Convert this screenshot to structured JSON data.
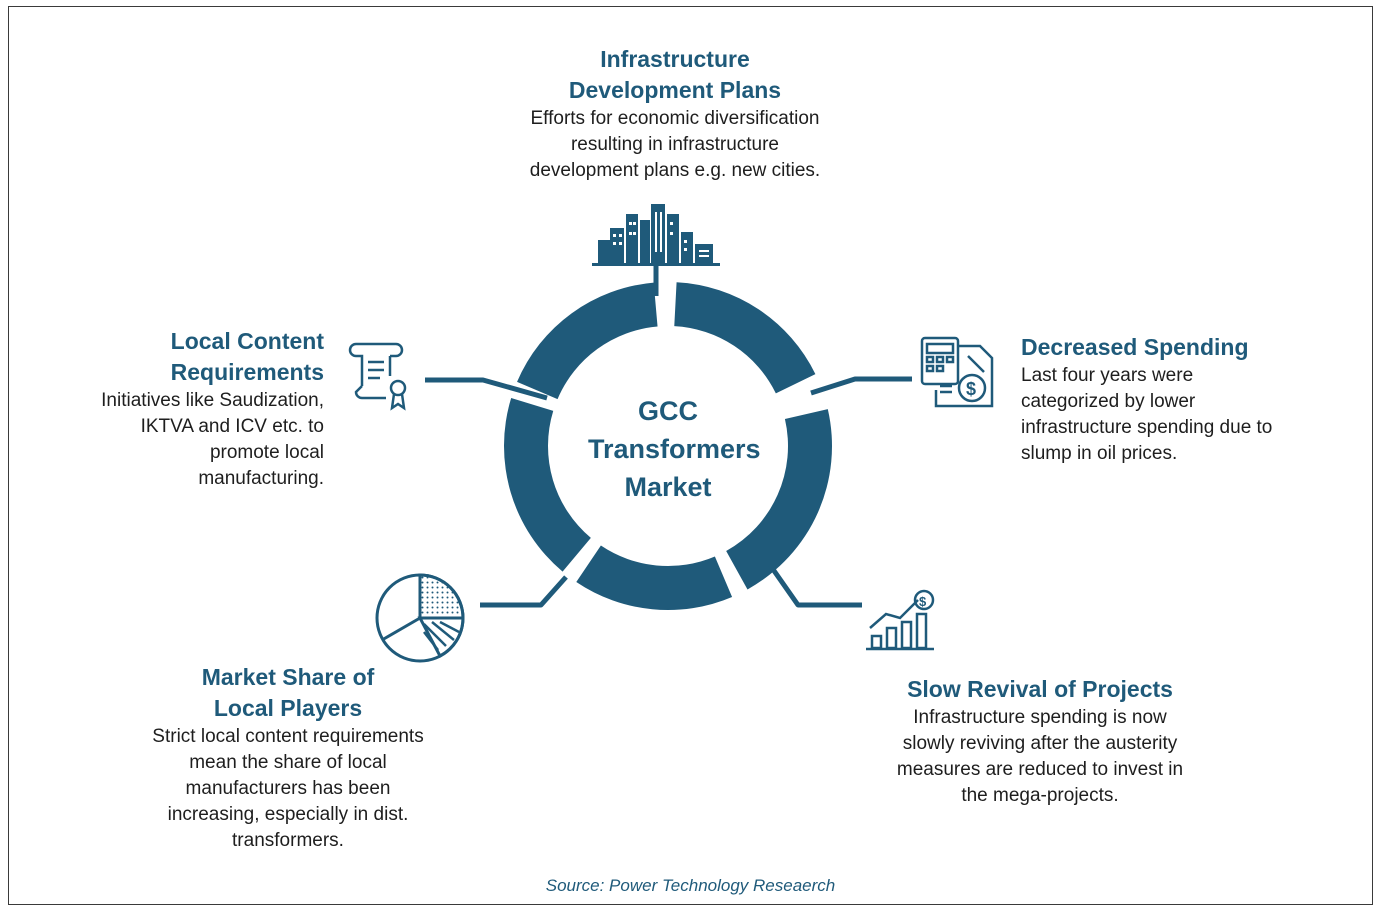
{
  "center_label": [
    "GCC",
    "Transformers",
    "Market"
  ],
  "nodes": {
    "infrastructure": {
      "title": [
        "Infrastructure",
        "Development Plans"
      ],
      "desc": [
        "Efforts for economic diversification",
        "resulting in infrastructure",
        "development plans e.g. new cities."
      ],
      "icon": "city-buildings-icon"
    },
    "decreased": {
      "title": [
        "Decreased Spending"
      ],
      "desc": [
        "Last four years were",
        "categorized by lower",
        "infrastructure spending due to",
        "slump in oil prices."
      ],
      "icon": "calculator-dollar-icon"
    },
    "revival": {
      "title": [
        "Slow Revival of Projects"
      ],
      "desc": [
        "Infrastructure spending is now",
        "slowly reviving after the austerity",
        "measures are reduced to invest in",
        "the mega-projects."
      ],
      "icon": "growth-chart-dollar-icon"
    },
    "market_share": {
      "title": [
        "Market Share of",
        "Local Players"
      ],
      "desc": [
        "Strict local content requirements",
        "mean the share of local",
        "manufacturers has been",
        "increasing, especially in dist.",
        "transformers."
      ],
      "icon": "pie-chart-icon"
    },
    "local_content": {
      "title": [
        "Local Content",
        "Requirements"
      ],
      "desc": [
        "Initiatives like Saudization,",
        "IKTVA and ICV etc. to",
        "promote local",
        "manufacturing."
      ],
      "icon": "certificate-scroll-icon"
    }
  },
  "source": "Source: Power Technology Reseaerch",
  "colors": {
    "primary": "#1f5a7a",
    "ring": "#1f5a7a",
    "text": "#1e1e1e"
  }
}
